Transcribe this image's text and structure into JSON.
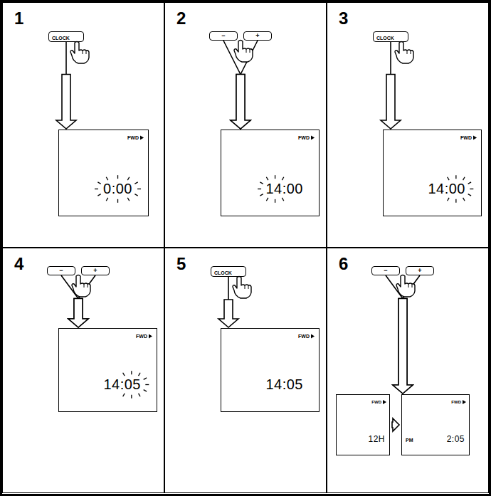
{
  "diagram": {
    "nodes": [
      {
        "text": [
          "1"
        ]
      },
      {
        "text": [
          "CLOCK"
        ],
        "in": 0
      },
      {
        "text": [
          "FWD",
          "0:00"
        ],
        "in": 0
      },
      {
        "text": [
          "2"
        ]
      },
      {
        "text": [
          "−"
        ],
        "in": 3
      },
      {
        "text": [
          "+"
        ],
        "in": 3
      },
      {
        "text": [
          "FWD",
          "14:00"
        ],
        "in": 3
      },
      {
        "text": [
          "3"
        ]
      },
      {
        "text": [
          "CLOCK"
        ],
        "in": 7
      },
      {
        "text": [
          "FWD",
          "14:00"
        ],
        "in": 7
      },
      {
        "text": [
          "4"
        ]
      },
      {
        "text": [
          "−"
        ],
        "in": 10
      },
      {
        "text": [
          "+"
        ],
        "in": 10
      },
      {
        "text": [
          "FWD",
          "14:05"
        ],
        "in": 10
      },
      {
        "text": [
          "5"
        ]
      },
      {
        "text": [
          "CLOCK"
        ],
        "in": 14
      },
      {
        "text": [
          "FWD",
          "14:05"
        ],
        "in": 14
      },
      {
        "text": [
          "6"
        ]
      },
      {
        "text": [
          "−"
        ],
        "in": 17
      },
      {
        "text": [
          "+"
        ],
        "in": 17
      },
      {
        "text": [
          "FWD",
          "12H"
        ],
        "in": 17
      },
      {
        "text": [
          "FWD",
          "PM",
          "2:05"
        ],
        "in": 17
      }
    ],
    "edges": [
      {
        "from": 1,
        "to": 2,
        "arrow": "to"
      },
      {
        "from": 4,
        "to": 6,
        "arrow": "to"
      },
      {
        "from": 5,
        "to": 6,
        "arrow": "to"
      },
      {
        "from": 8,
        "to": 9,
        "arrow": "to"
      },
      {
        "from": 11,
        "to": 13,
        "arrow": "to"
      },
      {
        "from": 12,
        "to": 13,
        "arrow": "to"
      },
      {
        "from": 15,
        "to": 16,
        "arrow": "to"
      },
      {
        "from": 18,
        "to": 20,
        "arrow": "to"
      },
      {
        "from": 19,
        "to": 20,
        "arrow": "to"
      },
      {
        "from": 20,
        "to": 21,
        "arrow": "to"
      }
    ]
  }
}
